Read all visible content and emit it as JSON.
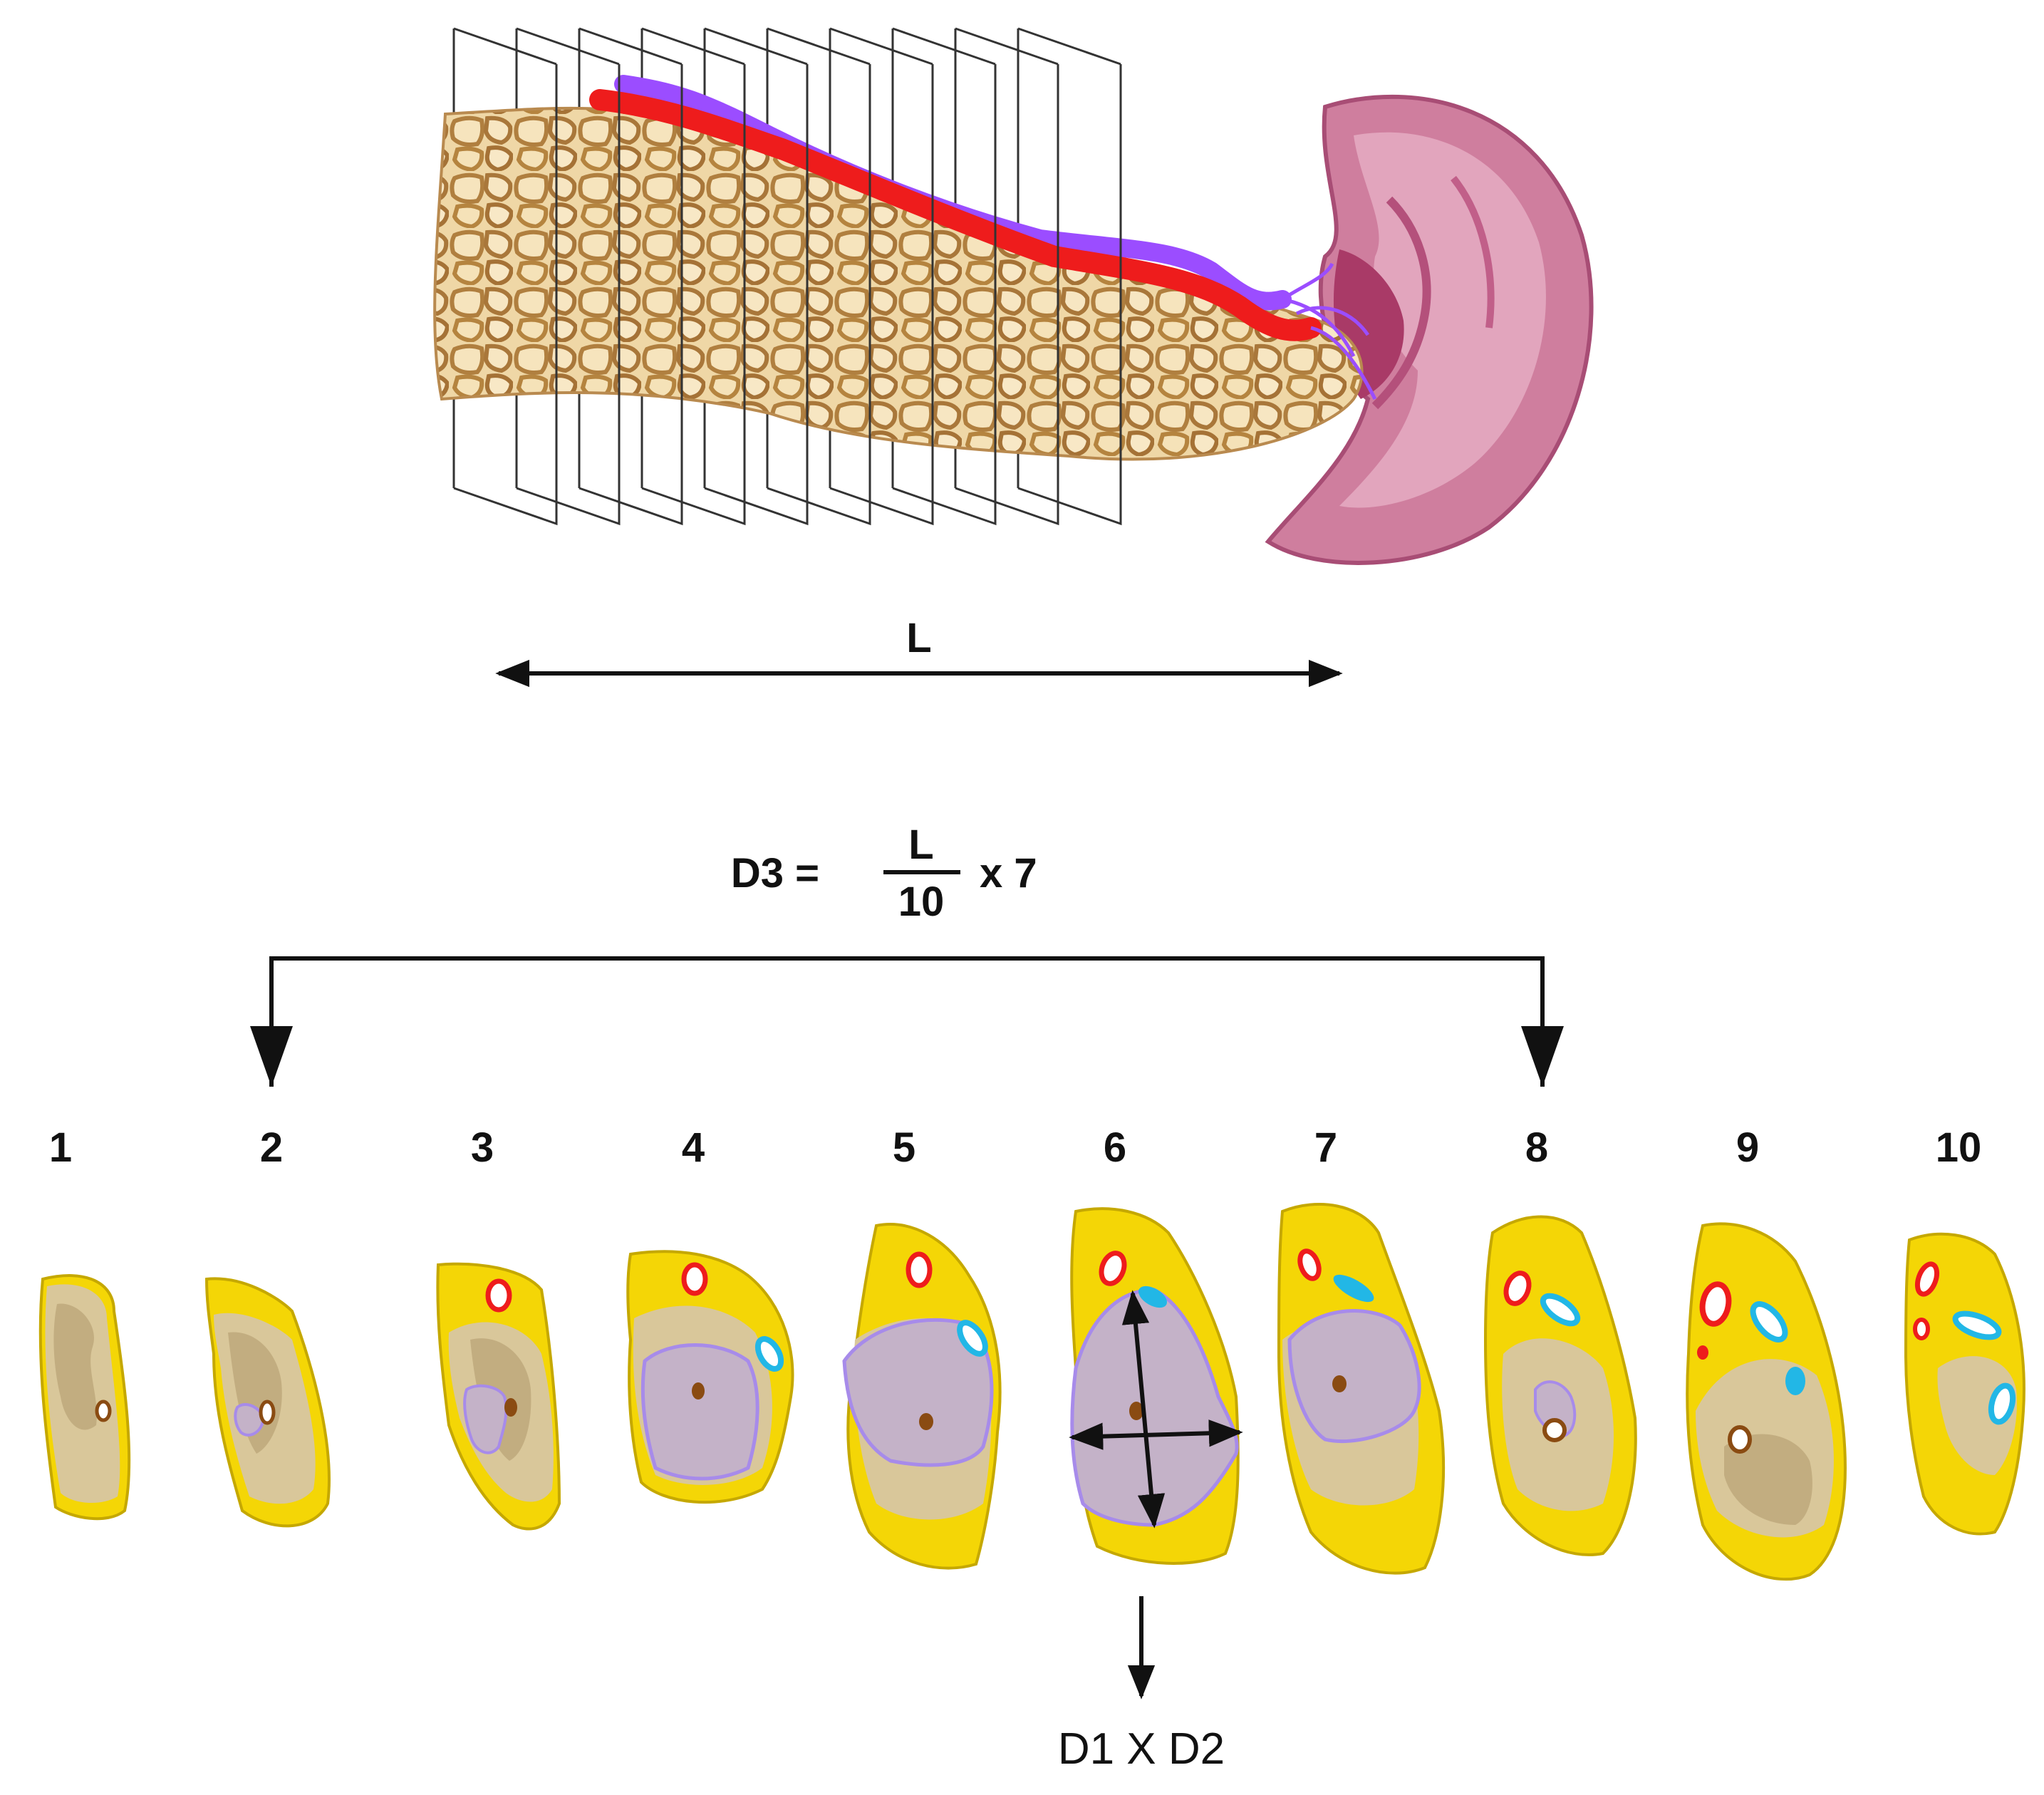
{
  "labels": {
    "length": "L",
    "formula_lhs": "D3 =",
    "formula_numerator": "L",
    "formula_denominator": "10",
    "formula_tail": "x 7",
    "measure": "D1 X D2"
  },
  "section_numbers": [
    "1",
    "2",
    "3",
    "4",
    "5",
    "6",
    "7",
    "8",
    "9",
    "10"
  ],
  "colors": {
    "gland": "#eed3a0",
    "lobule_border": "#a8783c",
    "artery": "#ee1c1c",
    "vein": "#9b4dff",
    "spleen": "#d283a3",
    "section_fill": "#f4d606",
    "parenchyma": "#d9c79a",
    "tumor": "#c4b2c8",
    "tumor_border": "#a78bea",
    "vessel_cyan": "#22b7e6"
  }
}
